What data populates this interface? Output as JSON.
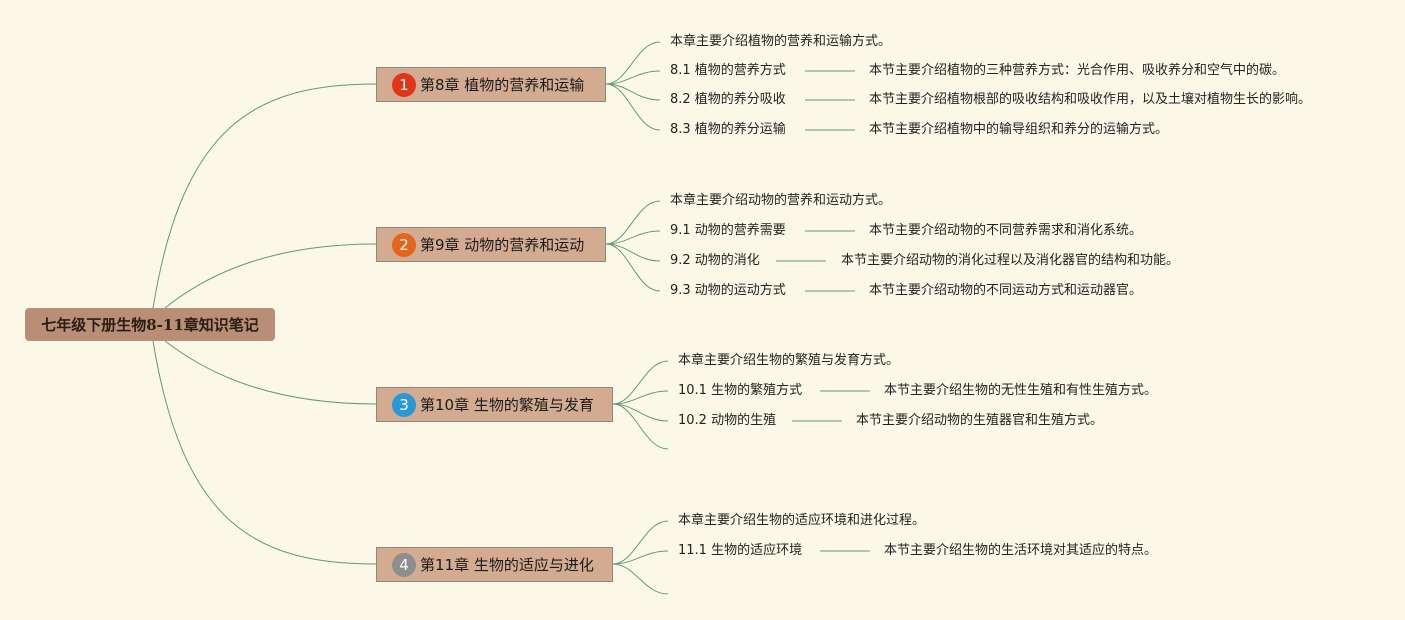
{
  "root": {
    "title": "七年级下册生物8-11章知识笔记"
  },
  "chapters": [
    {
      "number": "1",
      "badge_color": "#e0341b",
      "title": "第8章 植物的营养和运输",
      "summary": "本章主要介绍植物的营养和运输方式。",
      "sections": [
        {
          "title": "8.1 植物的营养方式",
          "desc": "本节主要介绍植物的三种营养方式：光合作用、吸收养分和空气中的碳。"
        },
        {
          "title": "8.2 植物的养分吸收",
          "desc": "本节主要介绍植物根部的吸收结构和吸收作用，以及土壤对植物生长的影响。"
        },
        {
          "title": "8.3 植物的养分运输",
          "desc": "本节主要介绍植物中的输导组织和养分的运输方式。"
        }
      ]
    },
    {
      "number": "2",
      "badge_color": "#e5661b",
      "title": "第9章 动物的营养和运动",
      "summary": "本章主要介绍动物的营养和运动方式。",
      "sections": [
        {
          "title": "9.1 动物的营养需要",
          "desc": "本节主要介绍动物的不同营养需求和消化系统。"
        },
        {
          "title": "9.2 动物的消化",
          "desc": "本节主要介绍动物的消化过程以及消化器官的结构和功能。"
        },
        {
          "title": "9.3 动物的运动方式",
          "desc": "本节主要介绍动物的不同运动方式和运动器官。"
        }
      ]
    },
    {
      "number": "3",
      "badge_color": "#2a97d6",
      "title": "第10章 生物的繁殖与发育",
      "summary": "本章主要介绍生物的繁殖与发育方式。",
      "sections": [
        {
          "title": "10.1 生物的繁殖方式",
          "desc": "本节主要介绍生物的无性生殖和有性生殖方式。"
        },
        {
          "title": "10.2 动物的生殖",
          "desc": "本节主要介绍动物的生殖器官和生殖方式。"
        }
      ]
    },
    {
      "number": "4",
      "badge_color": "#8e8e8e",
      "title": "第11章 生物的适应与进化",
      "summary": "本章主要介绍生物的适应环境和进化过程。",
      "sections": [
        {
          "title": "11.1 生物的适应环境",
          "desc": "本节主要介绍生物的生活环境对其适应的特点。"
        }
      ]
    }
  ],
  "colors": {
    "background": "#fcf8e8",
    "link": "#5f9a7e",
    "root_fill": "#b98e76",
    "chapter_fill": "#d2ab90"
  }
}
